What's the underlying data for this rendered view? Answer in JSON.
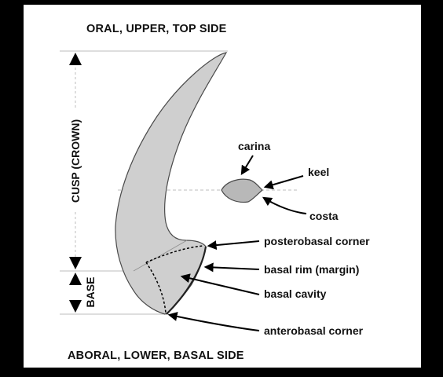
{
  "diagram": {
    "top_label": "ORAL, UPPER, TOP SIDE",
    "bottom_label": "ABORAL, LOWER, BASAL SIDE",
    "cusp_label": "CUSP (CROWN)",
    "base_label": "BASE",
    "annotations": {
      "carina": "carina",
      "keel": "keel",
      "costa": "costa",
      "posterobasal_corner": "posterobasal corner",
      "basal_rim": "basal rim (margin)",
      "basal_cavity": "basal cavity",
      "anterobasal_corner": "anterobasal corner"
    },
    "colors": {
      "frame": "#000000",
      "panel": "#ffffff",
      "element_fill": "#cfcfcf",
      "element_stroke": "#4a4a4a",
      "guide_line": "#bdbdbd",
      "text": "#111111"
    }
  }
}
